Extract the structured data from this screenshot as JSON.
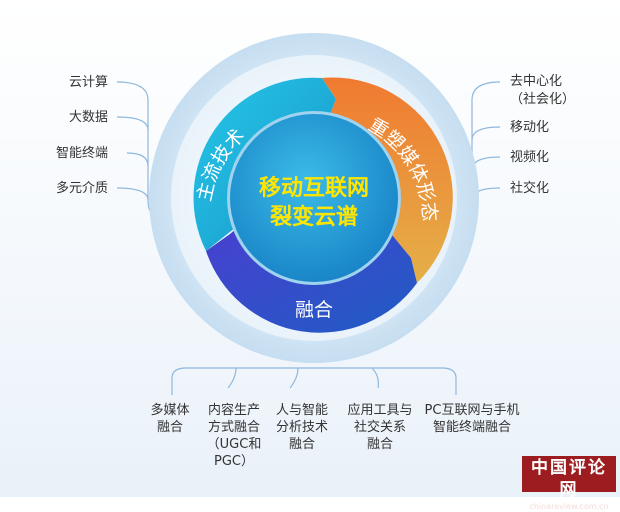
{
  "center": {
    "line1": "移动互联网",
    "line2": "裂变云谱"
  },
  "segments": {
    "left": "主流技术",
    "right": "重塑媒体形态",
    "bottom": "融合"
  },
  "left_items": [
    "云计算",
    "大数据",
    "智能终端",
    "多元介质"
  ],
  "right_items": [
    {
      "lines": [
        "去中心化",
        "（社会化）"
      ]
    },
    {
      "lines": [
        "移动化"
      ]
    },
    {
      "lines": [
        "视频化"
      ]
    },
    {
      "lines": [
        "社交化"
      ]
    }
  ],
  "bottom_items": [
    {
      "lines": [
        "多媒体",
        "融合"
      ]
    },
    {
      "lines": [
        "内容生产",
        "方式融合",
        "（UGC和",
        "PGC）"
      ]
    },
    {
      "lines": [
        "人与智能",
        "分析技术",
        "融合"
      ]
    },
    {
      "lines": [
        "应用工具与",
        "社交关系",
        "融合"
      ]
    },
    {
      "lines": [
        "PC互联网与手机",
        "智能终端融合"
      ]
    }
  ],
  "logo": {
    "title": "中国评论网",
    "url": "chinareview.com.cn"
  },
  "colors": {
    "outer_glow": "#cfe3f3",
    "ring_cyan": "#1fb8dc",
    "ring_orange": "#f08a35",
    "ring_yellow": "#e2a540",
    "ring_blue": "#2a4fbf",
    "center": "#1f9fd6",
    "center_text": "#ffe600",
    "connector": "#8fb8dd",
    "logo_bg": "#9c1c1f"
  }
}
